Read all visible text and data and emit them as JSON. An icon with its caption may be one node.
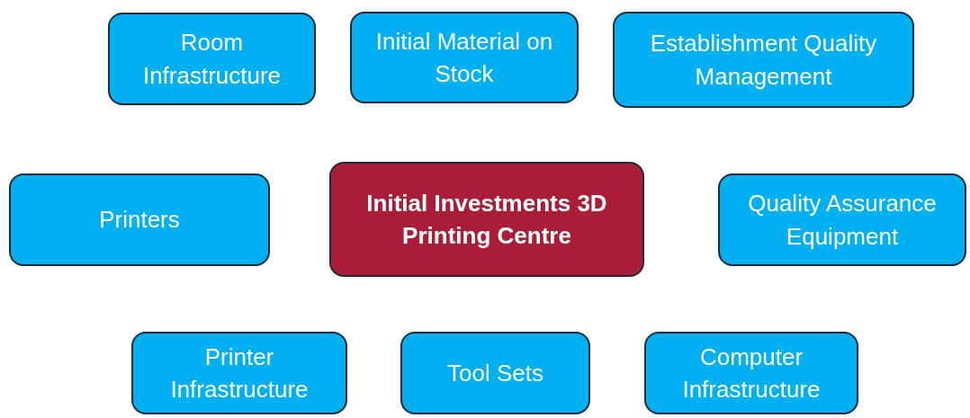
{
  "diagram": {
    "nodes": [
      {
        "text": [
          "Room Infrastructure"
        ]
      },
      {
        "text": [
          "Initial Material on Stock"
        ]
      },
      {
        "text": [
          "Establishment Quality Management"
        ]
      },
      {
        "text": [
          "Printers"
        ]
      },
      {
        "text": [
          "Initial Investments 3D Printing Centre"
        ]
      },
      {
        "text": [
          "Quality Assurance Equipment"
        ]
      },
      {
        "text": [
          "Printer Infrastructure"
        ]
      },
      {
        "text": [
          "Tool Sets"
        ]
      },
      {
        "text": [
          "Computer Infrastructure"
        ]
      }
    ],
    "edges": []
  }
}
